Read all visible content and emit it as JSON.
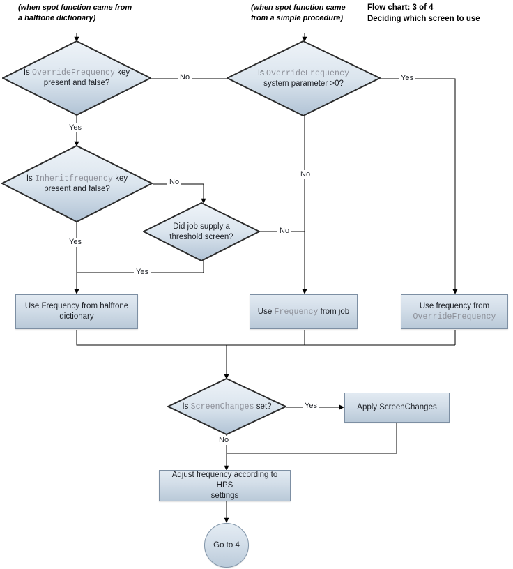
{
  "header": {
    "title_line1": "Flow chart: 3 of 4",
    "title_line2": "Deciding which screen to use"
  },
  "captions": {
    "left": "(when spot function came from\na halftone dictionary)",
    "right": "(when spot function came\nfrom a simple procedure)"
  },
  "nodes": {
    "d_override_key": {
      "type": "decision",
      "text_pre": "Is ",
      "text_code": "OverrideFrequency",
      "text_post": " key",
      "text_line2": "present and false?"
    },
    "d_override_param": {
      "type": "decision",
      "text_pre": "Is ",
      "text_code": "OverrideFrequency",
      "text_post": "",
      "text_line2": "system parameter >0?"
    },
    "d_inherit_key": {
      "type": "decision",
      "text_pre": "Is ",
      "text_code": "Inheritfrequency",
      "text_post": " key",
      "text_line2": "present and false?"
    },
    "d_threshold": {
      "type": "decision",
      "text_line1": "Did job supply a",
      "text_line2": "threshold screen?"
    },
    "d_screenchanges": {
      "type": "decision",
      "text_pre": "Is ",
      "text_code": "ScreenChanges",
      "text_post": " set?"
    },
    "p_halftone": {
      "type": "process",
      "text_line1": "Use Frequency from halftone",
      "text_line2": "dictionary"
    },
    "p_job": {
      "type": "process",
      "text_pre": "Use ",
      "text_code": "Frequency",
      "text_post": " from job"
    },
    "p_override": {
      "type": "process",
      "text_line1": "Use frequency from",
      "text_code": "OverrideFrequency"
    },
    "p_apply": {
      "type": "process",
      "text": "Apply ScreenChanges"
    },
    "p_adjust": {
      "type": "process",
      "text_line1": "Adjust frequency according to HPS",
      "text_line2": "settings"
    },
    "t_goto4": {
      "type": "terminator",
      "text": "Go to 4"
    }
  },
  "edge_labels": {
    "override_key_no": "No",
    "override_key_yes": "Yes",
    "override_param_yes": "Yes",
    "override_param_no": "No",
    "inherit_no": "No",
    "inherit_yes": "Yes",
    "threshold_no": "No",
    "threshold_yes": "Yes",
    "screenchanges_yes": "Yes",
    "screenchanges_no": "No"
  },
  "colors": {
    "shape_fill_top": "#eef3f8",
    "shape_fill_bottom": "#b4c5d6",
    "shape_stroke": "#2b2b2b",
    "box_stroke": "#7d8fa3",
    "line": "#000000",
    "code_text": "#8d9099",
    "body_text": "#1d2026"
  }
}
